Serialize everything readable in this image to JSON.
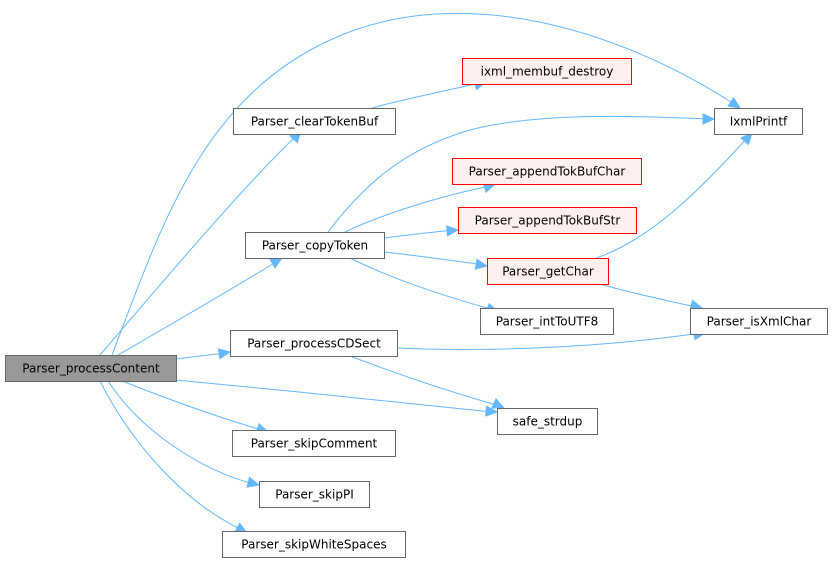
{
  "colors": {
    "edge": "#63b8ff",
    "root_fill": "#999999",
    "root_stroke": "#666666",
    "normal_fill": "#ffffff",
    "normal_stroke": "#666666",
    "truncated_fill": "#fff0f0",
    "truncated_stroke": "#ff0000"
  },
  "nodes": {
    "root": "Parser_processContent",
    "clearTokenBuf": "Parser_clearTokenBuf",
    "membufDestroy": "ixml_membuf_destroy",
    "ixmlPrintf": "IxmlPrintf",
    "appendTokBufChar": "Parser_appendTokBufChar",
    "appendTokBufStr": "Parser_appendTokBufStr",
    "copyToken": "Parser_copyToken",
    "getChar": "Parser_getChar",
    "intToUTF8": "Parser_intToUTF8",
    "isXmlChar": "Parser_isXmlChar",
    "processCDSect": "Parser_processCDSect",
    "safeStrdup": "safe_strdup",
    "skipComment": "Parser_skipComment",
    "skipPI": "Parser_skipPI",
    "skipWhiteSpaces": "Parser_skipWhiteSpaces"
  },
  "node_styles": {
    "root": "root",
    "clearTokenBuf": "normal",
    "membufDestroy": "truncated",
    "ixmlPrintf": "normal",
    "appendTokBufChar": "truncated",
    "appendTokBufStr": "truncated",
    "copyToken": "normal",
    "getChar": "truncated",
    "intToUTF8": "normal",
    "isXmlChar": "normal",
    "processCDSect": "normal",
    "safeStrdup": "normal",
    "skipComment": "normal",
    "skipPI": "normal",
    "skipWhiteSpaces": "normal"
  },
  "edges": [
    [
      "root",
      "ixmlPrintf"
    ],
    [
      "root",
      "clearTokenBuf"
    ],
    [
      "root",
      "copyToken"
    ],
    [
      "root",
      "processCDSect"
    ],
    [
      "root",
      "safeStrdup"
    ],
    [
      "root",
      "skipComment"
    ],
    [
      "root",
      "skipPI"
    ],
    [
      "root",
      "skipWhiteSpaces"
    ],
    [
      "clearTokenBuf",
      "membufDestroy"
    ],
    [
      "copyToken",
      "ixmlPrintf"
    ],
    [
      "copyToken",
      "appendTokBufChar"
    ],
    [
      "copyToken",
      "appendTokBufStr"
    ],
    [
      "copyToken",
      "getChar"
    ],
    [
      "copyToken",
      "intToUTF8"
    ],
    [
      "getChar",
      "ixmlPrintf"
    ],
    [
      "getChar",
      "isXmlChar"
    ],
    [
      "processCDSect",
      "isXmlChar"
    ],
    [
      "processCDSect",
      "safeStrdup"
    ]
  ]
}
